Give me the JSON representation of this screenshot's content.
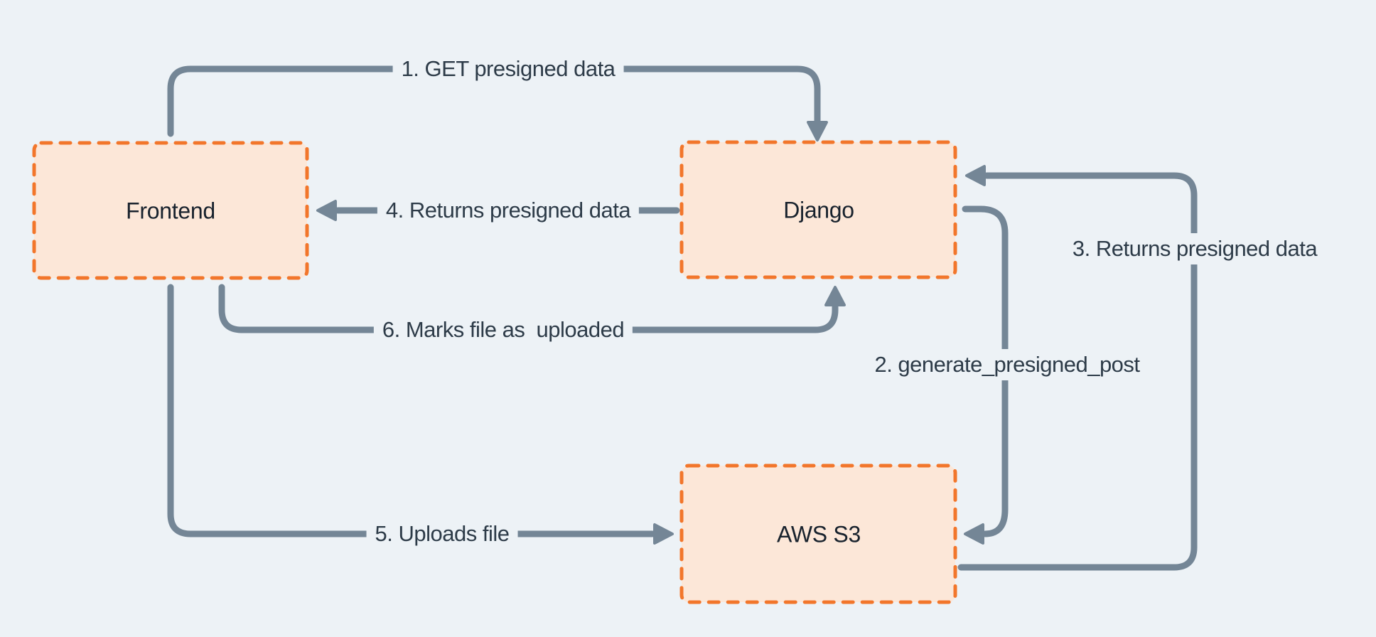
{
  "diagram": {
    "background_color": "#EDF2F6",
    "palette": {
      "box_fill": "#FCE7D8",
      "box_border": "#F2762B",
      "connector": "#748696",
      "label_text": "#2D3B48",
      "title_text": "#18222D"
    },
    "nodes": [
      {
        "id": "frontend",
        "label": "Frontend"
      },
      {
        "id": "django",
        "label": "Django"
      },
      {
        "id": "aws-s3",
        "label": "AWS S3"
      }
    ],
    "edges": [
      {
        "id": "edge-1",
        "label": "1. GET presigned data",
        "from": "frontend",
        "to": "django"
      },
      {
        "id": "edge-2",
        "label": "2. generate_presigned_post",
        "from": "django",
        "to": "aws-s3"
      },
      {
        "id": "edge-3",
        "label": "3. Returns presigned data",
        "from": "aws-s3",
        "to": "django"
      },
      {
        "id": "edge-4",
        "label": "4. Returns presigned data",
        "from": "django",
        "to": "frontend"
      },
      {
        "id": "edge-5",
        "label": "5. Uploads file",
        "from": "frontend",
        "to": "aws-s3"
      },
      {
        "id": "edge-6",
        "label": "6. Marks file as  uploaded",
        "from": "frontend",
        "to": "django"
      }
    ]
  }
}
